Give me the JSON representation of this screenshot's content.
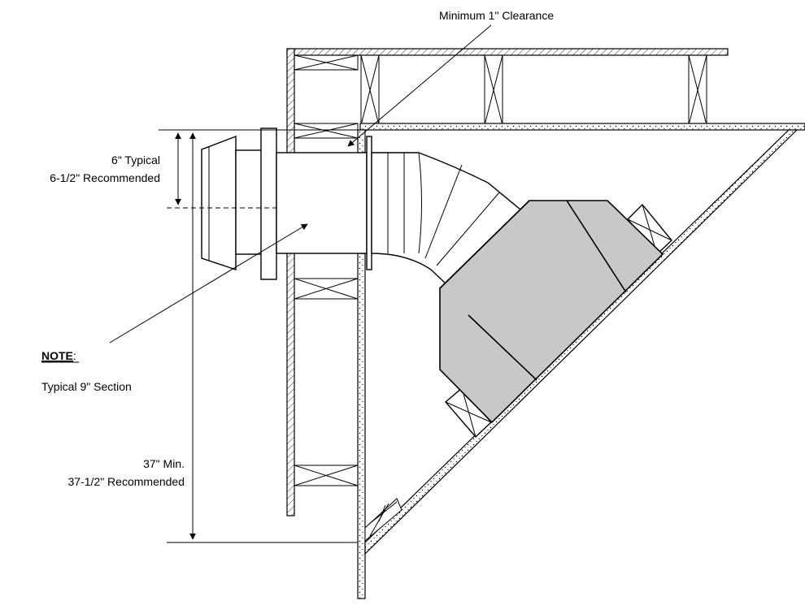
{
  "labels": {
    "clearance": "Minimum 1\" Clearance",
    "typical_6": "6\" Typical",
    "recommended_6": "6-1/2\" Recommended",
    "note_heading": "NOTE",
    "note_colon": ":",
    "note_text": "Typical 9\" Section",
    "min_37": "37\" Min.",
    "recommended_37": "37-1/2\" Recommended"
  },
  "colors": {
    "line": "#000000",
    "unit_fill": "#c8c8c8",
    "background": "#ffffff"
  }
}
